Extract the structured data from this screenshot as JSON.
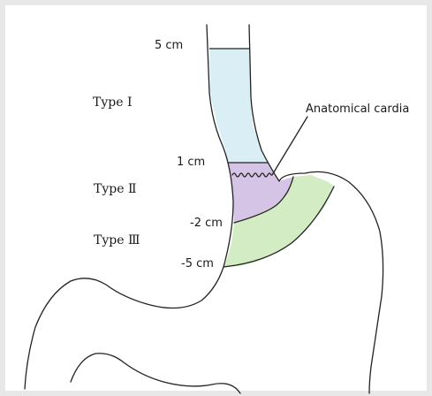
{
  "labels": {
    "mark_5cm": "5 cm",
    "mark_1cm": "1 cm",
    "mark_neg2cm": "-2 cm",
    "mark_neg5cm": "-5 cm",
    "type_1": "Type Ⅰ",
    "type_2": "Type Ⅱ",
    "type_3": "Type Ⅲ",
    "anatomical_cardia": "Anatomical cardia"
  },
  "colors": {
    "type_1_zone": "#d9eef5",
    "type_2_zone": "#d6c4e6",
    "type_3_zone": "#d3ecc4",
    "outline": "#222222",
    "frame_shadow": "#e8e8e8"
  }
}
